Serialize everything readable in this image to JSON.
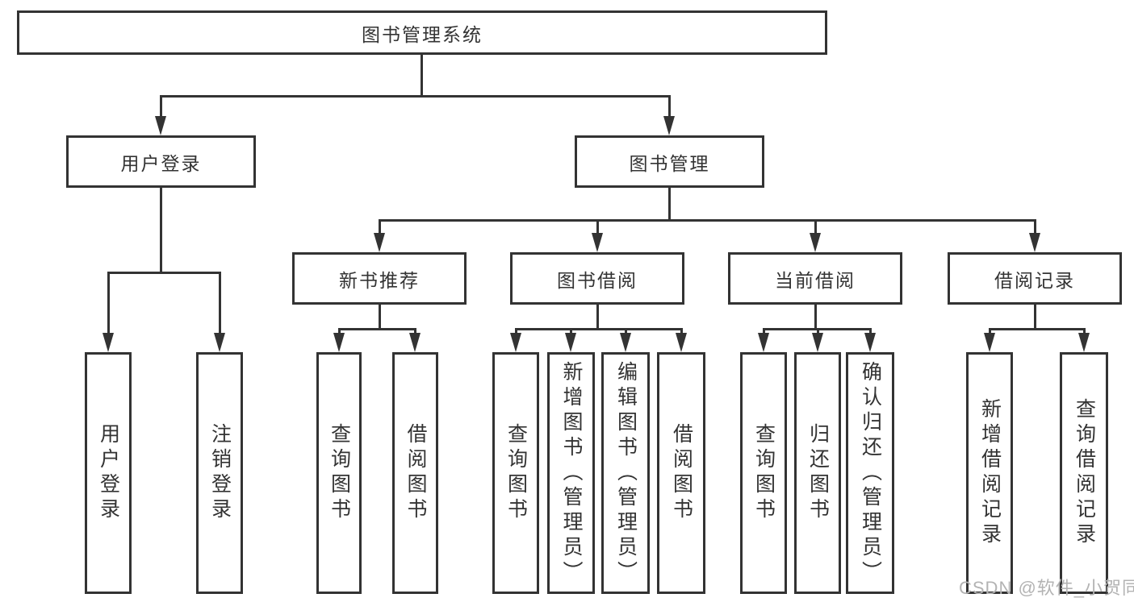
{
  "diagram": {
    "root": "图书管理系统",
    "level2": [
      "用户登录",
      "图书管理"
    ],
    "level3": [
      "新书推荐",
      "图书借阅",
      "当前借阅",
      "借阅记录"
    ],
    "leaves": {
      "user_login": [
        "用户登录",
        "注销登录"
      ],
      "new_book_recommend": [
        "查询图书",
        "借阅图书"
      ],
      "book_borrow": [
        "查询图书",
        "新增图书（管理员）",
        "编辑图书（管理员）",
        "借阅图书"
      ],
      "current_borrow": [
        "查询图书",
        "归还图书",
        "确认归还（管理员）"
      ],
      "borrow_record": [
        "新增借阅记录",
        "查询借阅记录"
      ]
    }
  },
  "watermark": "CSDN @软件_小贺同学",
  "colors": {
    "line": "#333333",
    "text": "#333333",
    "background": "#ffffff",
    "watermark": "#b3b3b3"
  }
}
